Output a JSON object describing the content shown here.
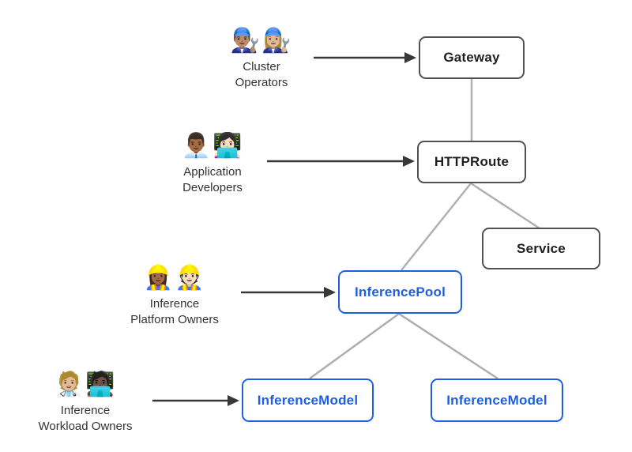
{
  "diagram_type": "kubernetes-gateway-api-inference-architecture",
  "personas": {
    "cluster_operators": {
      "emoji": "👨🏽‍🔧👩🏼‍🔧",
      "line1": "Cluster",
      "line2": "Operators"
    },
    "application_developers": {
      "emoji": "👨🏾‍💼👩🏻‍💻",
      "line1": "Application",
      "line2": "Developers"
    },
    "inference_platform_owners": {
      "emoji": "👷🏾‍♀️👷🏻",
      "line1": "Inference",
      "line2": "Platform Owners"
    },
    "inference_workload_owners": {
      "emoji": "🧑🏼‍⚕️🧑🏿‍💻",
      "line1": "Inference",
      "line2": "Workload Owners"
    }
  },
  "nodes": {
    "gateway": {
      "label": "Gateway",
      "style": "dark"
    },
    "httproute": {
      "label": "HTTPRoute",
      "style": "dark"
    },
    "service": {
      "label": "Service",
      "style": "dark"
    },
    "inference_pool": {
      "label": "InferencePool",
      "style": "blue"
    },
    "inference_model_left": {
      "label": "InferenceModel",
      "style": "blue"
    },
    "inference_model_right": {
      "label": "InferenceModel",
      "style": "blue"
    }
  },
  "edges": [
    {
      "from": "gateway",
      "to": "httproute",
      "type": "association"
    },
    {
      "from": "httproute",
      "to": "inference_pool",
      "type": "association"
    },
    {
      "from": "httproute",
      "to": "service",
      "type": "association"
    },
    {
      "from": "inference_pool",
      "to": "inference_model_left",
      "type": "association"
    },
    {
      "from": "inference_pool",
      "to": "inference_model_right",
      "type": "association"
    }
  ],
  "persona_arrows": [
    {
      "from": "cluster_operators",
      "to": "gateway"
    },
    {
      "from": "application_developers",
      "to": "httproute"
    },
    {
      "from": "inference_platform_owners",
      "to": "inference_pool"
    },
    {
      "from": "inference_workload_owners",
      "to": "inference_model_left"
    }
  ],
  "colors": {
    "blue_accent": "#1c60e1",
    "dark_border": "#515151",
    "dark_text": "#1f1f1f",
    "gray_connector": "#b0b0b0",
    "arrow_black": "#383838",
    "background": "#ffffff"
  }
}
